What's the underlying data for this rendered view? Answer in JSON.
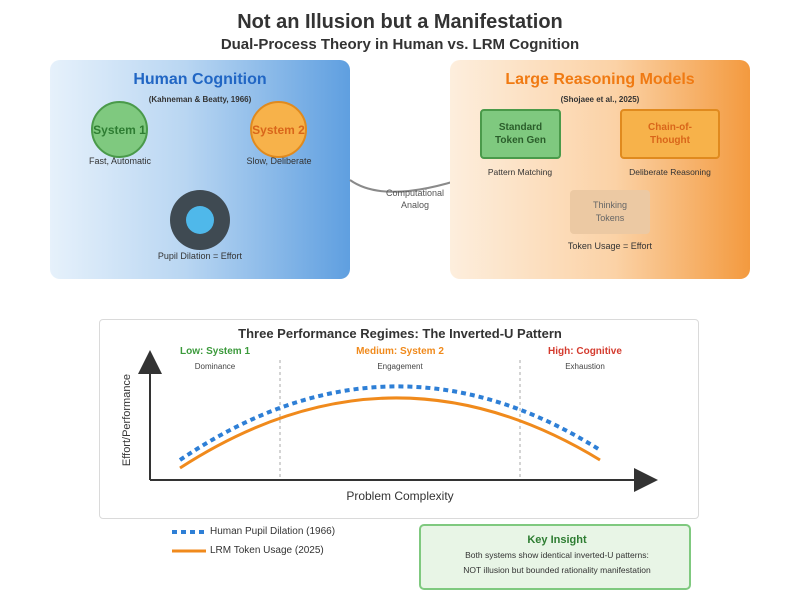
{
  "header": {
    "title": "Not an Illusion but a Manifestation",
    "subtitle": "Dual-Process Theory in Human vs. LRM Cognition"
  },
  "human_panel": {
    "title": "Human Cognition",
    "citation": "(Kahneman & Beatty, 1966)",
    "system1_label": "System 1",
    "system1_desc": "Fast, Automatic",
    "system2_label": "System 2",
    "system2_desc": "Slow, Deliberate",
    "pupil_label": "Pupil Dilation = Effort"
  },
  "connector": {
    "label_line1": "Computational",
    "label_line2": "Analog"
  },
  "lrm_panel": {
    "title": "Large Reasoning Models",
    "citation": "(Shojaee et al., 2025)",
    "standard_line1": "Standard",
    "standard_line2": "Token Gen",
    "standard_desc": "Pattern Matching",
    "cot_line1": "Chain-of-",
    "cot_line2": "Thought",
    "cot_desc": "Deliberate Reasoning",
    "thinking_line1": "Thinking",
    "thinking_line2": "Tokens",
    "token_label": "Token Usage = Effort"
  },
  "chart_data": {
    "type": "line",
    "title": "Three Performance Regimes: The Inverted-U Pattern",
    "xlabel": "Problem Complexity",
    "ylabel": "Effort/Performance",
    "regimes": [
      {
        "name": "Low: System 1",
        "desc": "Dominance",
        "color": "#3c9a3c"
      },
      {
        "name": "Medium: System 2",
        "desc": "Engagement",
        "color": "#f08a1c"
      },
      {
        "name": "High: Cognitive",
        "desc": "Exhaustion",
        "color": "#d43b2e"
      }
    ],
    "series": [
      {
        "name": "Human Pupil Dilation (1966)",
        "color": "#2e7fd6",
        "style": "dotted"
      },
      {
        "name": "LRM Token Usage (2025)",
        "color": "#f08a1c",
        "style": "solid"
      }
    ]
  },
  "insight": {
    "title": "Key Insight",
    "line1": "Both systems show identical inverted-U patterns:",
    "line2": "NOT illusion but bounded rationality manifestation"
  },
  "colors": {
    "human_title": "#2166c4",
    "lrm_title": "#f07a12"
  }
}
